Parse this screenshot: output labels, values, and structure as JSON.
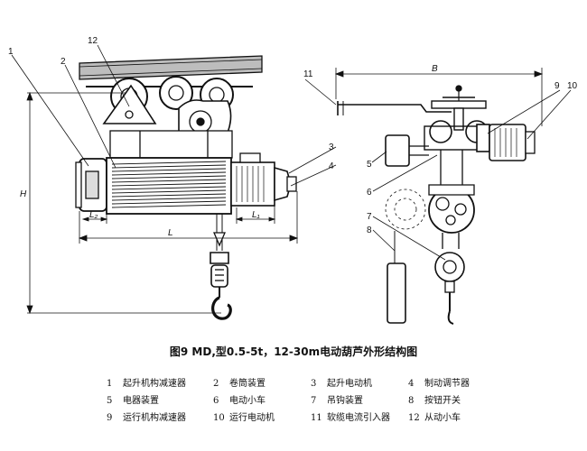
{
  "callouts": {
    "c1": "1",
    "c2": "2",
    "c3": "3",
    "c4": "4",
    "c5": "5",
    "c6": "6",
    "c7": "7",
    "c8": "8",
    "c9": "9",
    "c10": "10",
    "c11": "11",
    "c12": "12"
  },
  "dimensions": {
    "height": "H",
    "length": "L",
    "l1": "L₁",
    "l2": "L₂",
    "width": "B"
  },
  "caption": "图9  MD,型0.5-5t，12-30m电动葫芦外形结构图",
  "legend": [
    [
      {
        "num": "1",
        "text": "起升机构减速器"
      },
      {
        "num": "2",
        "text": "卷筒装置"
      },
      {
        "num": "3",
        "text": "起升电动机"
      },
      {
        "num": "4",
        "text": "制动调节器"
      }
    ],
    [
      {
        "num": "5",
        "text": "电器装置"
      },
      {
        "num": "6",
        "text": "电动小车"
      },
      {
        "num": "7",
        "text": "吊钩装置"
      },
      {
        "num": "8",
        "text": "按钮开关"
      }
    ],
    [
      {
        "num": "9",
        "text": "运行机构减速器"
      },
      {
        "num": "10",
        "text": "运行电动机"
      },
      {
        "num": "11",
        "text": "软缆电流引入器"
      },
      {
        "num": "12",
        "text": "从动小车"
      }
    ]
  ]
}
